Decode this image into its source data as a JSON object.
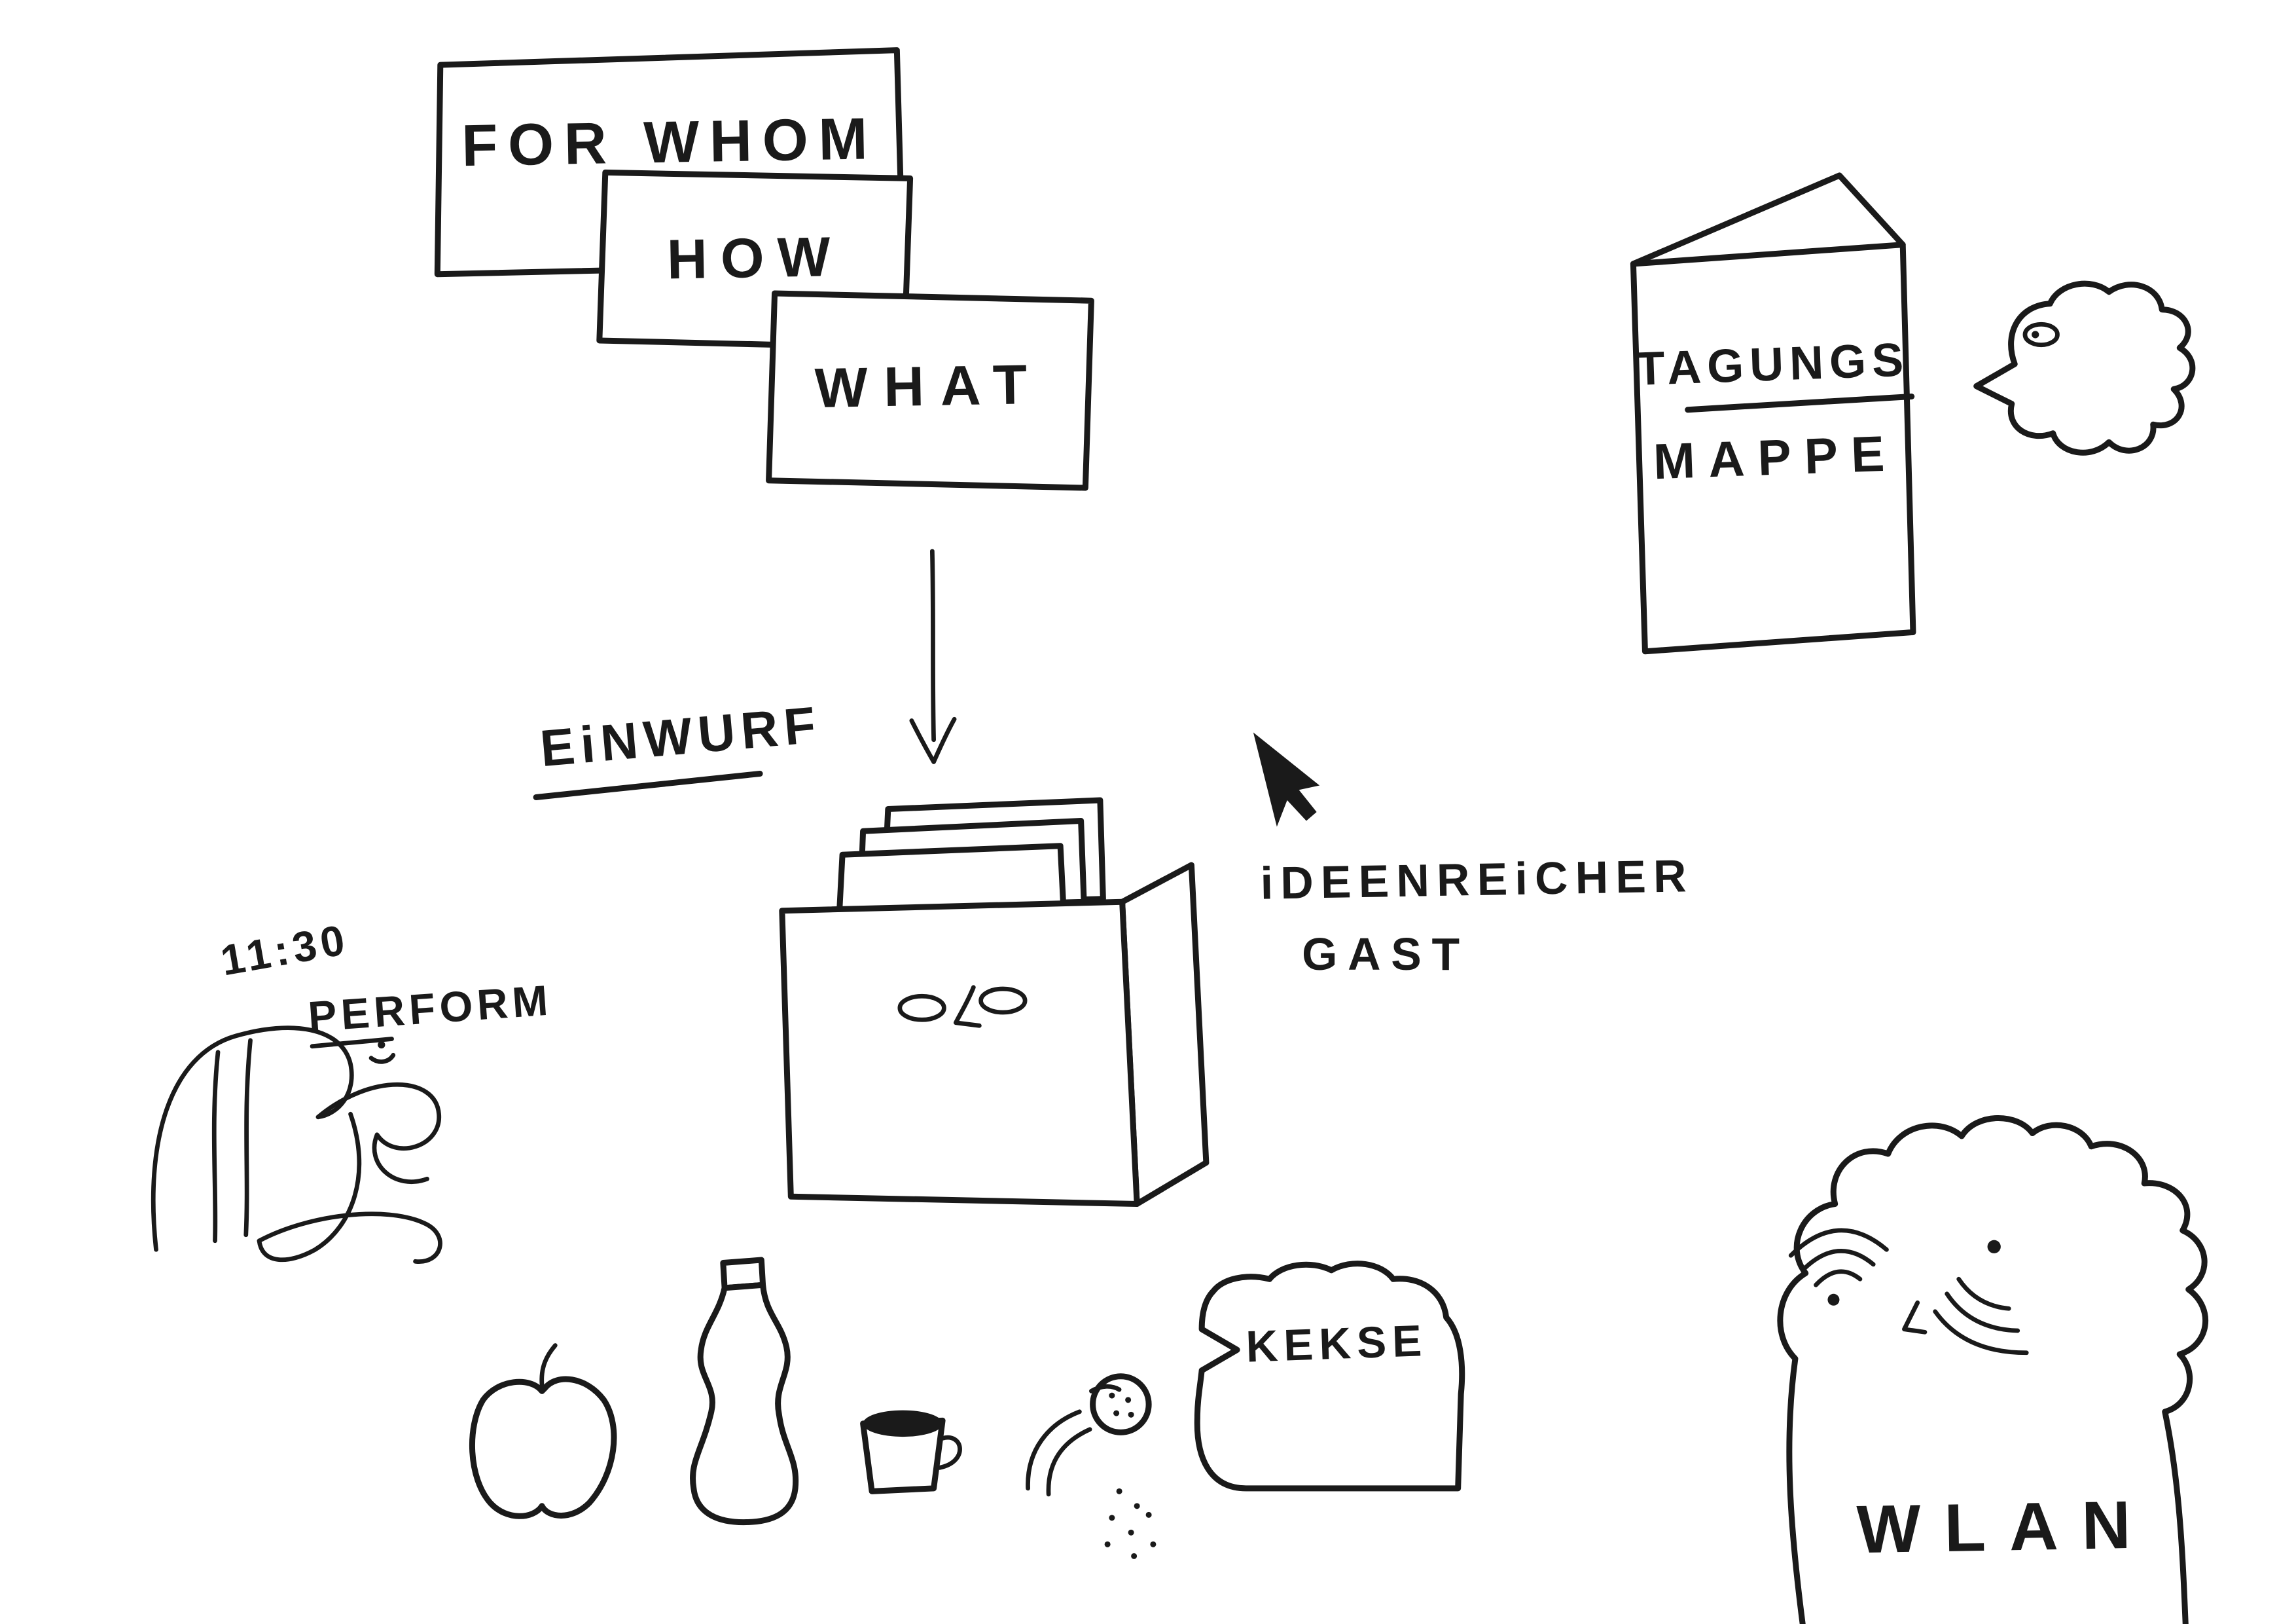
{
  "palette": {
    "ink": "#1a1a1a",
    "background": "#ffffff"
  },
  "cards": {
    "items": [
      {
        "label": "FOR WHOM"
      },
      {
        "label": "HOW"
      },
      {
        "label": "WHAT"
      }
    ]
  },
  "suggestion_box": {
    "title": "EiNWURF"
  },
  "guest": {
    "line1": "iDEENREiCHER",
    "line2": "GAST"
  },
  "folder": {
    "line1": "TAGUNGS",
    "line2": "MAPPE"
  },
  "schedule": {
    "time": "11:30",
    "label": "PERFORM"
  },
  "snack": {
    "label": "KEKSE"
  },
  "wifi": {
    "label": "WLAN"
  }
}
